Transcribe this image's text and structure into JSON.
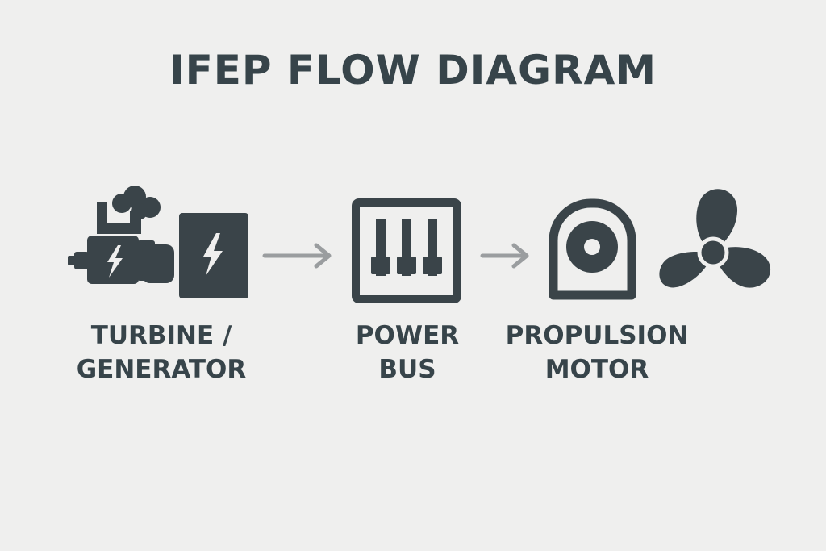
{
  "title": "IFEP FLOW DIAGRAM",
  "colors": {
    "background": "#efefee",
    "icon": "#3a4449",
    "arrow": "#9a9d9f"
  },
  "nodes": [
    {
      "id": "turbine-generator",
      "label_lines": [
        "TURBINE /",
        "GENERATOR"
      ],
      "icon": "turbine-generator-icon"
    },
    {
      "id": "power-bus",
      "label_lines": [
        "POWER",
        "BUS"
      ],
      "icon": "power-bus-icon"
    },
    {
      "id": "propulsion-motor",
      "label_lines": [
        "PROPULSION",
        "MOTOR"
      ],
      "icon": "propulsion-motor-icon"
    }
  ],
  "extra_icons": [
    "propeller-icon"
  ],
  "edges": [
    {
      "from": "turbine-generator",
      "to": "power-bus"
    },
    {
      "from": "power-bus",
      "to": "propulsion-motor"
    }
  ]
}
